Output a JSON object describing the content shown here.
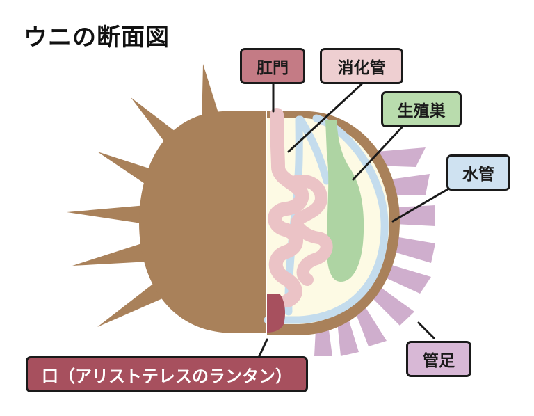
{
  "title": "ウニの断面図",
  "labels": {
    "anus": "肛門",
    "digestive_tract": "消化管",
    "gonad": "生殖巣",
    "water_vascular": "水管",
    "tube_feet": "管足",
    "mouth": "口（アリストテレスのランタン）"
  },
  "colors": {
    "shell": "#a9815a",
    "interior": "#fdfae4",
    "digestive": "#ebc3c6",
    "gonad": "#aed4a3",
    "water_vascular": "#c4dced",
    "tube_feet": "#cfaecd",
    "lantern": "#a7505e",
    "anus_label": "#c47b85",
    "digestive_label": "#eecfd1",
    "gonad_label": "#b9dcad",
    "water_label": "#cfe2f1",
    "foot_label": "#d8b8d6",
    "mouth_label": "#a7505e"
  }
}
